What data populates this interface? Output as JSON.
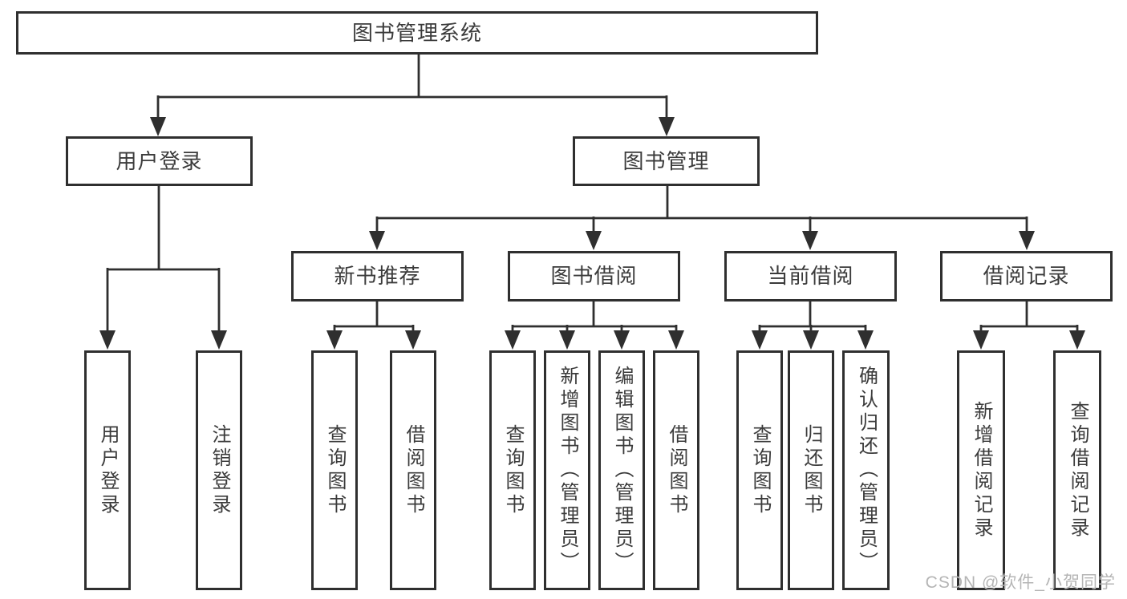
{
  "diagram_title": "图书管理系统",
  "tree": {
    "label": "图书管理系统",
    "children": [
      {
        "label": "用户登录",
        "children": [
          {
            "label": "用户登录"
          },
          {
            "label": "注销登录"
          }
        ]
      },
      {
        "label": "图书管理",
        "children": [
          {
            "label": "新书推荐",
            "children": [
              {
                "label": "查询图书"
              },
              {
                "label": "借阅图书"
              }
            ]
          },
          {
            "label": "图书借阅",
            "children": [
              {
                "label": "查询图书"
              },
              {
                "label": "新增图书（管理员）"
              },
              {
                "label": "编辑图书（管理员）"
              },
              {
                "label": "借阅图书"
              }
            ]
          },
          {
            "label": "当前借阅",
            "children": [
              {
                "label": "查询图书"
              },
              {
                "label": "归还图书"
              },
              {
                "label": "确认归还（管理员）"
              }
            ]
          },
          {
            "label": "借阅记录",
            "children": [
              {
                "label": "新增借阅记录"
              },
              {
                "label": "查询借阅记录"
              }
            ]
          }
        ]
      }
    ]
  },
  "watermark": {
    "text": "CSDN @软件_小贺同学"
  },
  "colors": {
    "background": "#ffffff",
    "border": "#2f2f2f",
    "text": "#3b3b3b",
    "line": "#2f2f2f",
    "watermark": "#b5b5b5"
  }
}
